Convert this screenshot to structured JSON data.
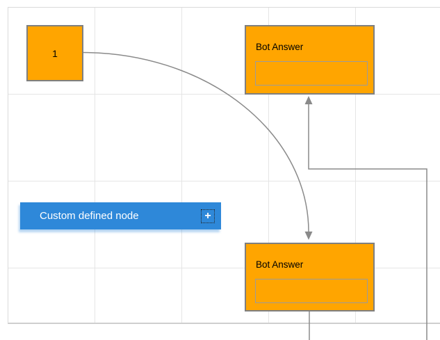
{
  "diagram": {
    "nodes": {
      "start_node": {
        "label": "1"
      },
      "bot_answer_top": {
        "title": "Bot Answer",
        "input_value": ""
      },
      "bot_answer_bottom": {
        "title": "Bot Answer",
        "input_value": ""
      },
      "custom_node": {
        "label": "Custom defined node",
        "add_icon": "+"
      }
    },
    "connectors": [
      {
        "from": "start_node",
        "to": "bot_answer_bottom",
        "type": "curved",
        "arrow": "target"
      },
      {
        "from": "bot_answer_bottom",
        "to": "bot_answer_top",
        "type": "orthogonal",
        "arrow": "target"
      }
    ],
    "colors": {
      "node_orange": "#FFA500",
      "node_border_gray": "#7f7f7f",
      "inner_field_border": "#9b9b9b",
      "custom_node_blue": "#2E88D9",
      "connector_gray": "#8a8a8a",
      "grid_line": "#e5e5e5",
      "page_border": "#dadada"
    }
  }
}
